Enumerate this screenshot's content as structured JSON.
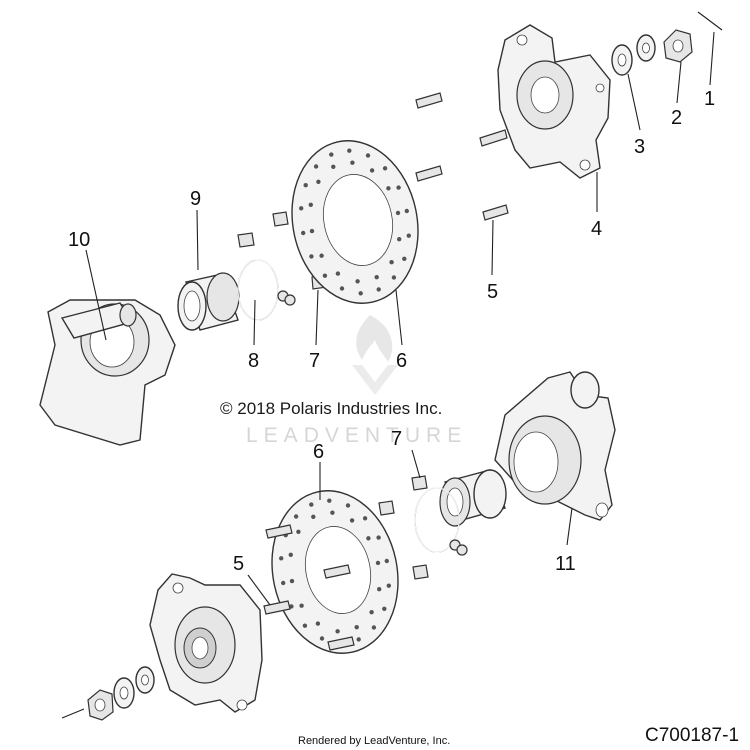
{
  "callouts": {
    "c1": "1",
    "c2": "2",
    "c3": "3",
    "c4": "4",
    "c5": "5",
    "c6": "6",
    "c7": "7",
    "c8": "8",
    "c9": "9",
    "c10": "10",
    "c11": "11",
    "c6b": "6",
    "c7b": "7",
    "c5b": "5"
  },
  "copyright": "© 2018 Polaris Industries Inc.",
  "watermark": "LEADVENTURE",
  "footer": "Rendered by LeadVenture, Inc.",
  "diagram_code": "C700187-1"
}
